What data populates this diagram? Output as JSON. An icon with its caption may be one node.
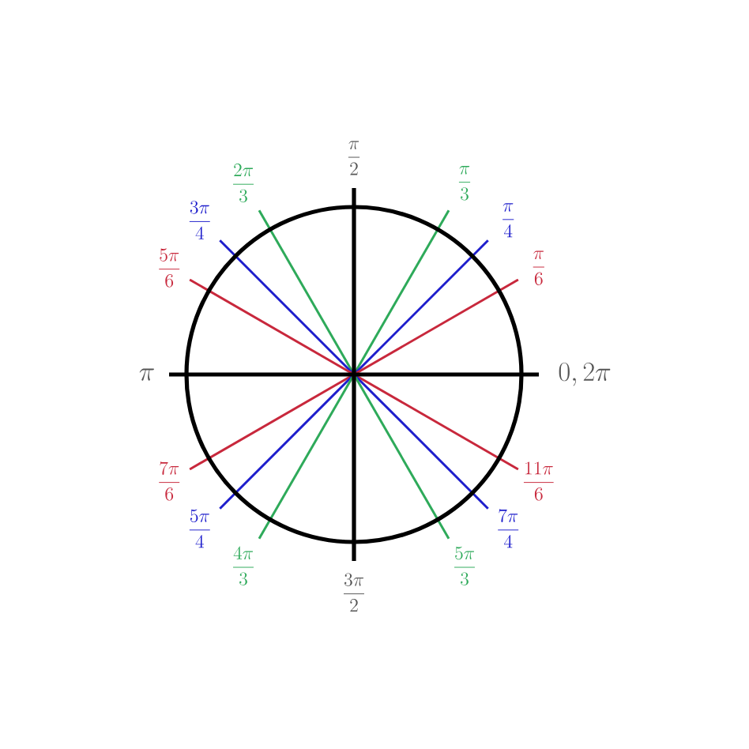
{
  "diagram": {
    "labels": [
      "\\frac{\\pi}{2}",
      "\\frac{2\\pi}{3}",
      "\\frac{\\pi}{3}",
      "\\frac{3\\pi}{4}",
      "\\frac{\\pi}{4}",
      "\\frac{5\\pi}{6}",
      "\\frac{\\pi}{6}",
      "\\pi",
      "0,2\\pi",
      "\\frac{7\\pi}{6}",
      "\\frac{11\\pi}{6}",
      "\\frac{5\\pi}{4}",
      "\\frac{7\\pi}{4}",
      "\\frac{4\\pi}{3}",
      "\\frac{5\\pi}{3}",
      "\\frac{3\\pi}{2}"
    ]
  }
}
